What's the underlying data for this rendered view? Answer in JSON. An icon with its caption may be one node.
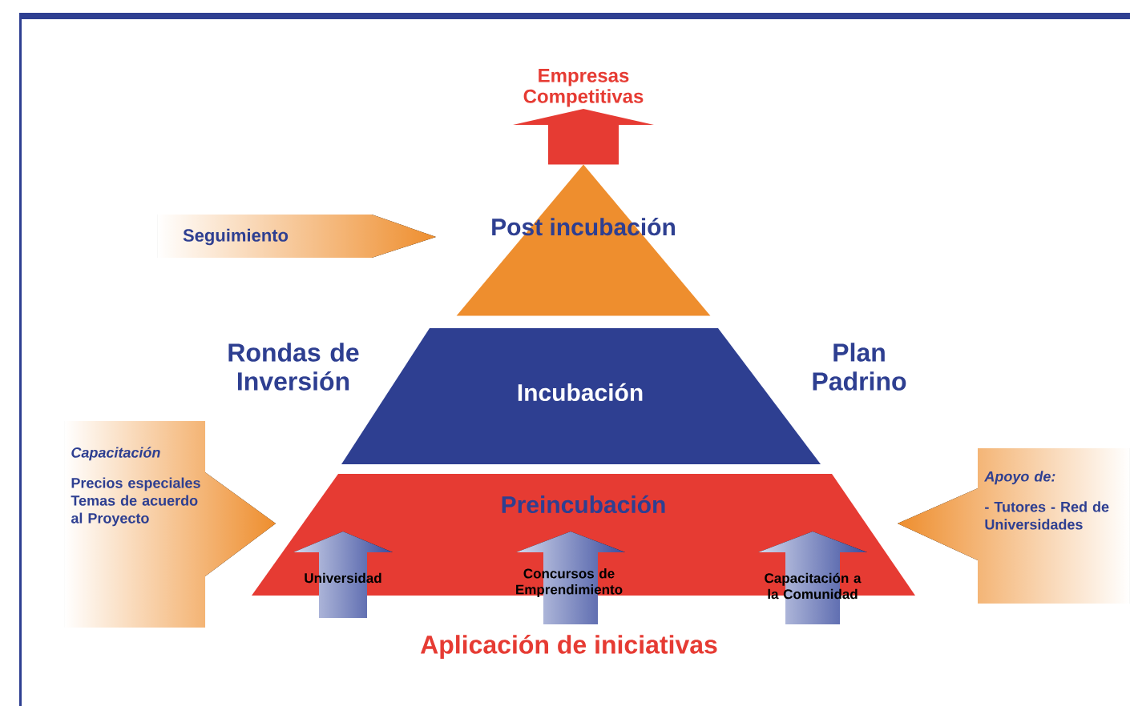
{
  "diagram": {
    "nodes": [
      {
        "text": [
          "Empresas Competitivas"
        ]
      },
      {
        "text": [
          "Seguimiento"
        ]
      },
      {
        "text": [
          "Post incubación"
        ]
      },
      {
        "text": [
          "Incubación"
        ]
      },
      {
        "text": [
          "Capacitación",
          "Precios especiales Temas de acuerdo al Proyecto"
        ]
      },
      {
        "text": [
          "Preincubación"
        ]
      },
      {
        "text": [
          "Apoyo de:",
          "- Tutores - Red de Universidades"
        ]
      },
      {
        "text": [
          "Universidad"
        ]
      },
      {
        "text": [
          "Concursos de Emprendimiento"
        ]
      },
      {
        "text": [
          "Capacitación a la Comunidad"
        ]
      }
    ],
    "edges": [
      {
        "from": 2,
        "to": 0,
        "arrow": "to"
      }
    ],
    "labels": [
      "Rondas de Inversión",
      "Plan Padrino",
      "Aplicación de iniciativas"
    ]
  }
}
